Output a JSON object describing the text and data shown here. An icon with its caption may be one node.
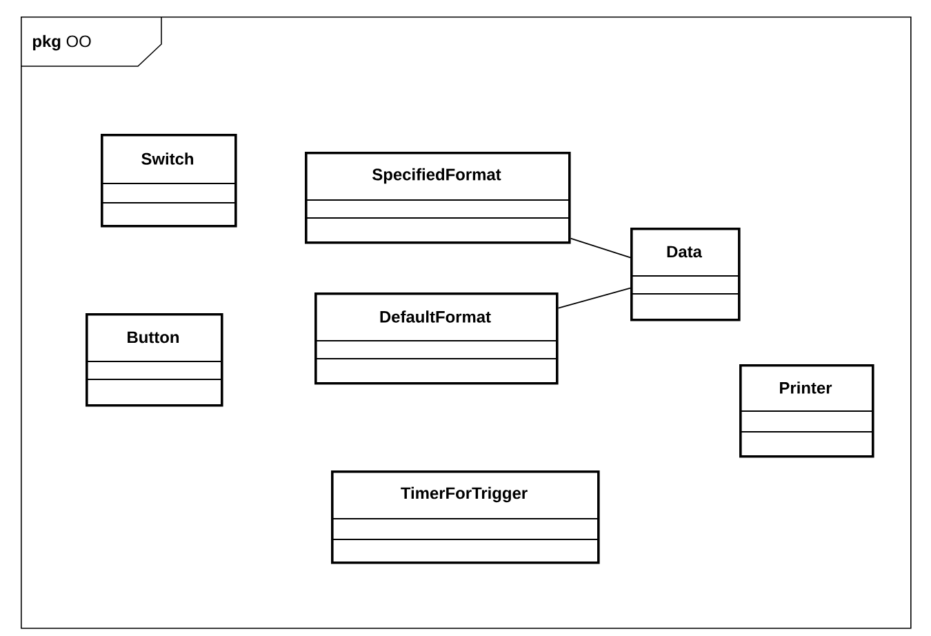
{
  "diagram": {
    "nodes": [
      {
        "text": [
          "**pkg** OO"
        ]
      },
      {
        "text": [
          "Switch"
        ],
        "in": 0
      },
      {
        "text": [
          "SpecifiedFormat"
        ],
        "in": 0
      },
      {
        "text": [
          "Data"
        ],
        "in": 0
      },
      {
        "text": [
          "DefaultFormat"
        ],
        "in": 0
      },
      {
        "text": [
          "Button"
        ],
        "in": 0
      },
      {
        "text": [
          "Printer"
        ],
        "in": 0
      },
      {
        "text": [
          "TimerForTrigger"
        ],
        "in": 0
      }
    ],
    "edges": [
      {
        "from": 2,
        "to": 3,
        "arrow": "none"
      },
      {
        "from": 4,
        "to": 3,
        "arrow": "none"
      }
    ]
  }
}
